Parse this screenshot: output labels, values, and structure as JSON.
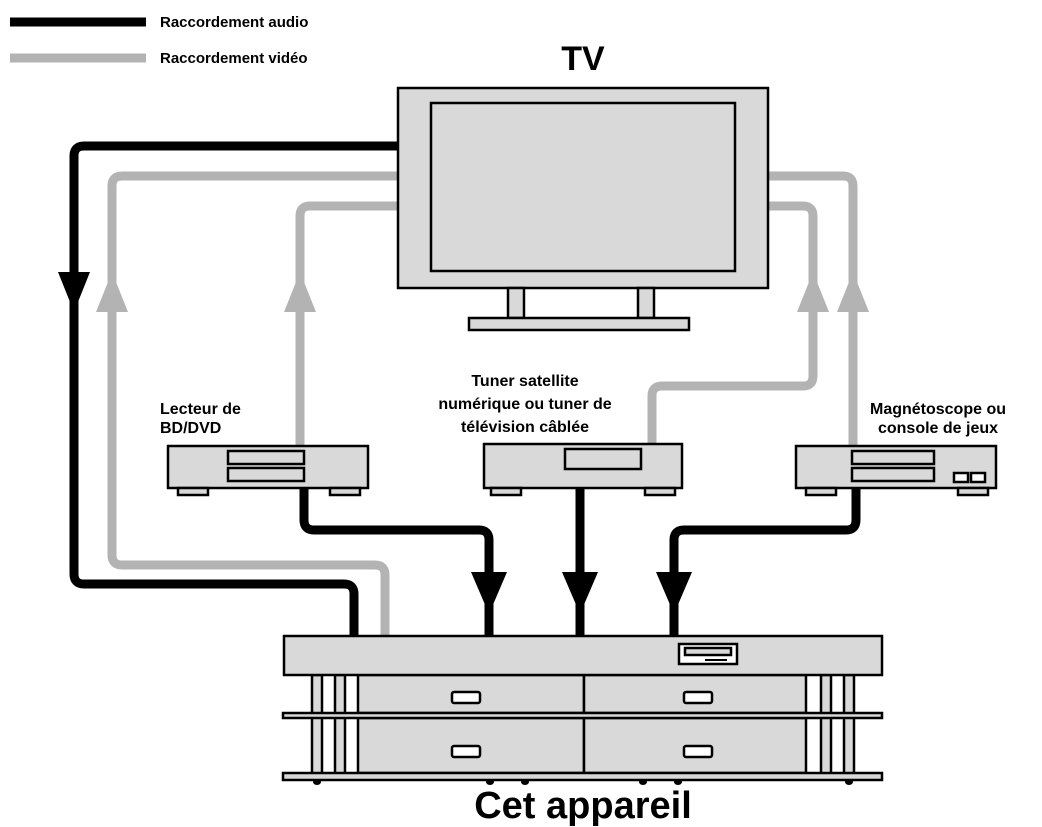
{
  "legend": {
    "audio_label": "Raccordement audio",
    "video_label": "Raccordement vidéo"
  },
  "tv": {
    "label": "TV"
  },
  "devices": {
    "bd_dvd": {
      "line1": "Lecteur de",
      "line2": "BD/DVD"
    },
    "tuner": {
      "line1": "Tuner satellite",
      "line2": "numérique ou tuner de",
      "line3": "télévision câblée"
    },
    "vcr": {
      "line1": "Magnétoscope ou",
      "line2": "console de jeux"
    }
  },
  "receiver": {
    "label": "Cet appareil"
  },
  "colors": {
    "audio_line": "#000000",
    "video_line": "#b3b3b3",
    "device_fill": "#d9d9d9"
  }
}
